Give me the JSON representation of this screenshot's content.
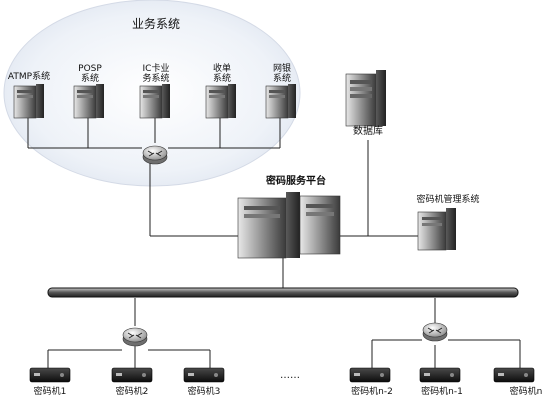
{
  "business_group": {
    "title": "业务系统",
    "systems": [
      {
        "line1": "ATMP系统",
        "line2": ""
      },
      {
        "line1": "POSP",
        "line2": "系统"
      },
      {
        "line1": "IC卡业",
        "line2": "务系统"
      },
      {
        "line1": "收单",
        "line2": "系统"
      },
      {
        "line1": "网银",
        "line2": "系统"
      }
    ]
  },
  "database": {
    "label": "数据库"
  },
  "platform": {
    "label": "密码服务平台"
  },
  "management": {
    "label": "密码机管理系统"
  },
  "ellipsis": "……",
  "encryptors": [
    {
      "label": "密码机1"
    },
    {
      "label": "密码机2"
    },
    {
      "label": "密码机3"
    },
    {
      "label": "密码机n-2"
    },
    {
      "label": "密码机n-1"
    },
    {
      "label": "密码机n"
    }
  ]
}
